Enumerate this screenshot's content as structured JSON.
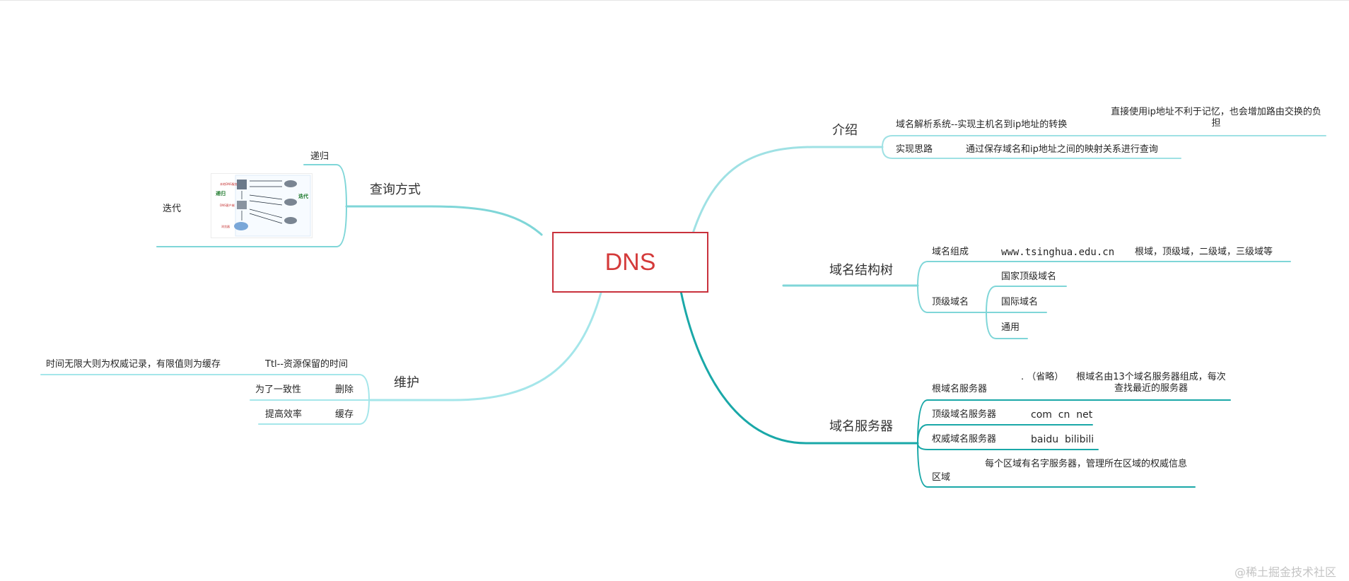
{
  "center": "DNS",
  "branches": {
    "intro": {
      "title": "介绍",
      "item1": "域名解析系统--实现主机名到ip地址的转换",
      "item1_note": "直接使用ip地址不利于记忆，也会增加路由交换的负担",
      "item2": "实现思路",
      "item2_note": "通过保存域名和ip地址之间的映射关系进行查询"
    },
    "tree": {
      "title": "域名结构树",
      "compose": "域名组成",
      "compose_example": "www.tsinghua.edu.cn",
      "compose_note": "根域，顶级域，二级域，三级域等",
      "tld": "顶级域名",
      "tld_items": [
        "国家顶级域名",
        "国际域名",
        "通用"
      ]
    },
    "servers": {
      "title": "域名服务器",
      "root": "根域名服务器",
      "root_dot": ". （省略）",
      "root_note": "根域名由13个域名服务器组成，每次查找最近的服务器",
      "top": "顶级域名服务器",
      "top_note": "com  cn  net",
      "auth": "权威域名服务器",
      "auth_note": "baidu  bilibili",
      "zone": "区域",
      "zone_note": "每个区域有名字服务器，管理所在区域的权威信息"
    },
    "query": {
      "title": "查询方式",
      "recursive": "递归",
      "iterative": "迭代"
    },
    "maintain": {
      "title": "维护",
      "ttl": "Ttl--资源保留的时间",
      "ttl_note": "时间无限大则为权威记录，有限值则为缓存",
      "delete": "删除",
      "delete_note": "为了一致性",
      "cache": "缓存",
      "cache_note": "提高效率"
    }
  },
  "thumbnail": {
    "label_recursive": "递归",
    "label_iterative": "迭代",
    "label_local": "本地DNS服务器",
    "label_client": "DNS客户端",
    "label_browser": "浏览器"
  },
  "watermark": "@稀土掘金技术社区",
  "colors": {
    "branch": "#7fd6d8",
    "branch_dark": "#1aa8a8",
    "center_border": "#c9313c",
    "center_text": "#d43a3a"
  }
}
